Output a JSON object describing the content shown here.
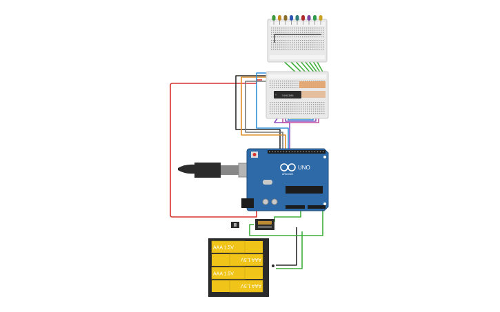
{
  "canvas": {
    "background": "#ffffff"
  },
  "components": {
    "led_colors": [
      "#3d9a3d",
      "#c98a1f",
      "#8a6d2a",
      "#2e58b8",
      "#2f7d7a",
      "#b02a2a",
      "#7d3fa0",
      "#2e9a4a",
      "#c9a21f"
    ],
    "wire_colors": {
      "red": "#d8322e",
      "black": "#2a2a2a",
      "orange": "#e0902a",
      "blue": "#2f8fd8",
      "green": "#3fae3a",
      "purple": "#8e4fc2",
      "yellow": "#e2c332",
      "pink": "#c24fa0",
      "grey": "#777777"
    },
    "arduino": {
      "board_color": "#2e6aa8",
      "brand": "ARDUINO",
      "model": "UNO"
    },
    "ic_label": "74HC595",
    "battery_pack": {
      "cells": [
        "AAA 1.5V",
        "AAA 1.5V",
        "AAA 1.5V",
        "AAA 1.5V"
      ],
      "cell_color": "#f0c419",
      "case_color": "#2b2b2b"
    }
  }
}
